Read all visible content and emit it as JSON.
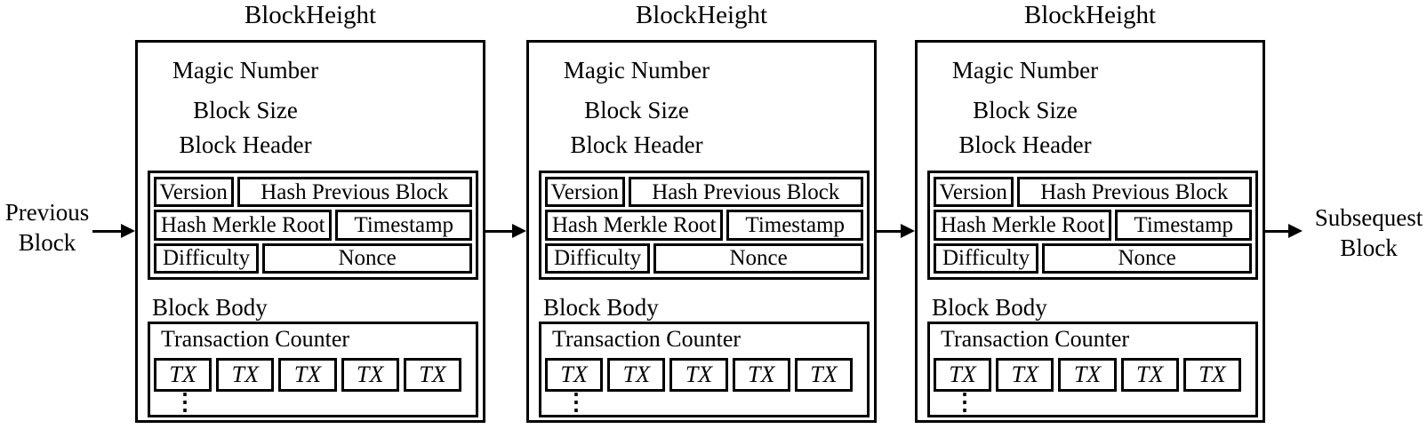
{
  "diagram": {
    "previous_block_label": {
      "line1": "Previous",
      "line2": "Block"
    },
    "subsequent_block_label": {
      "line1": "Subsequest",
      "line2": "Block"
    },
    "colors": {
      "ink": "#000000",
      "background": "#ffffff"
    },
    "blocks": [
      {
        "height_label": "BlockHeight",
        "magic_number": "Magic Number",
        "block_size": "Block Size",
        "block_header": "Block Header",
        "header_fields": {
          "version": "Version",
          "hash_previous_block": "Hash Previous Block",
          "hash_merkle_root": "Hash Merkle Root",
          "timestamp": "Timestamp",
          "difficulty": "Difficulty",
          "nonce": "Nonce"
        },
        "block_body": "Block Body",
        "transaction_counter": "Transaction Counter",
        "transactions": [
          "TX",
          "TX",
          "TX",
          "TX",
          "TX"
        ],
        "ellipsis": "⋮"
      },
      {
        "height_label": "BlockHeight",
        "magic_number": "Magic Number",
        "block_size": "Block Size",
        "block_header": "Block Header",
        "header_fields": {
          "version": "Version",
          "hash_previous_block": "Hash Previous Block",
          "hash_merkle_root": "Hash Merkle Root",
          "timestamp": "Timestamp",
          "difficulty": "Difficulty",
          "nonce": "Nonce"
        },
        "block_body": "Block Body",
        "transaction_counter": "Transaction Counter",
        "transactions": [
          "TX",
          "TX",
          "TX",
          "TX",
          "TX"
        ],
        "ellipsis": "⋮"
      },
      {
        "height_label": "BlockHeight",
        "magic_number": "Magic Number",
        "block_size": "Block Size",
        "block_header": "Block Header",
        "header_fields": {
          "version": "Version",
          "hash_previous_block": "Hash Previous Block",
          "hash_merkle_root": "Hash Merkle Root",
          "timestamp": "Timestamp",
          "difficulty": "Difficulty",
          "nonce": "Nonce"
        },
        "block_body": "Block Body",
        "transaction_counter": "Transaction Counter",
        "transactions": [
          "TX",
          "TX",
          "TX",
          "TX",
          "TX"
        ],
        "ellipsis": "⋮"
      }
    ]
  }
}
